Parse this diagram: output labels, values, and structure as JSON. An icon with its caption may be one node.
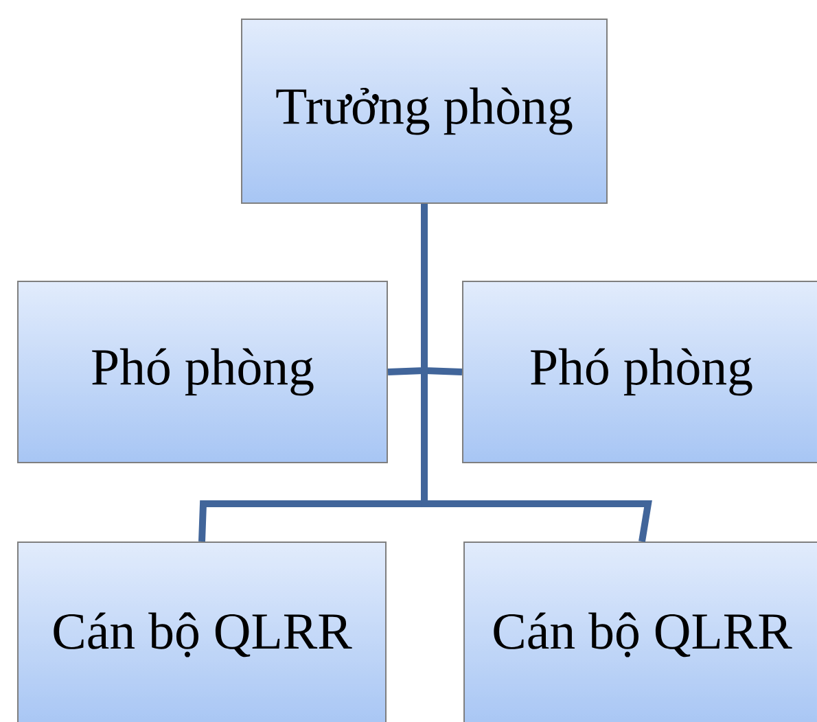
{
  "diagram": {
    "nodes": [
      {
        "text": [
          "Trưởng phòng"
        ]
      },
      {
        "text": [
          "Phó phòng"
        ]
      },
      {
        "text": [
          "Phó phòng"
        ]
      },
      {
        "text": [
          "Cán bộ QLRR"
        ]
      },
      {
        "text": [
          "Cán bộ QLRR"
        ]
      }
    ],
    "edges": [
      {
        "from": 0,
        "to": 1,
        "arrow": "none"
      },
      {
        "from": 0,
        "to": 2,
        "arrow": "none"
      },
      {
        "from": 0,
        "to": 3,
        "arrow": "none"
      },
      {
        "from": 0,
        "to": 4,
        "arrow": "none"
      }
    ]
  }
}
